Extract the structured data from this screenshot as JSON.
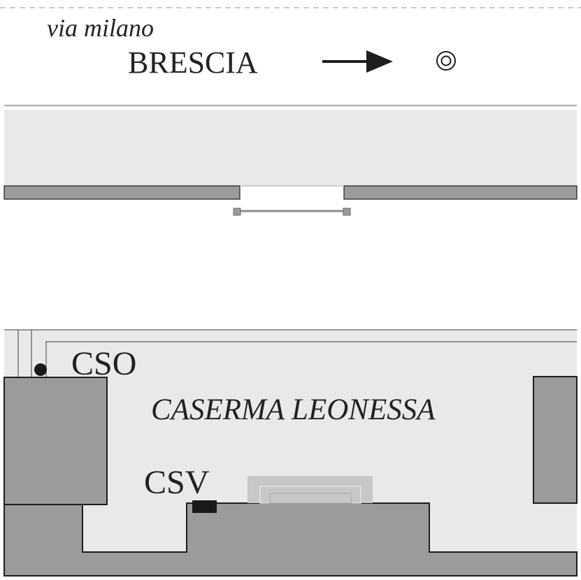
{
  "labels": {
    "street": "via milano",
    "direction": "BRESCIA",
    "site": "CASERMA LEONESSA",
    "cso": "CSO",
    "csv": "CSV"
  },
  "icons": {
    "direction": "arrow-right-icon",
    "target": "double-circle-icon"
  },
  "colors": {
    "road_fill": "#e8eae9",
    "building_fill": "#9a9b9a",
    "outline": "#1e1e1e",
    "dark_marker": "#1a1a1a",
    "light_box": "#c6c7c6",
    "dashed_border": "#b7b7b7"
  }
}
